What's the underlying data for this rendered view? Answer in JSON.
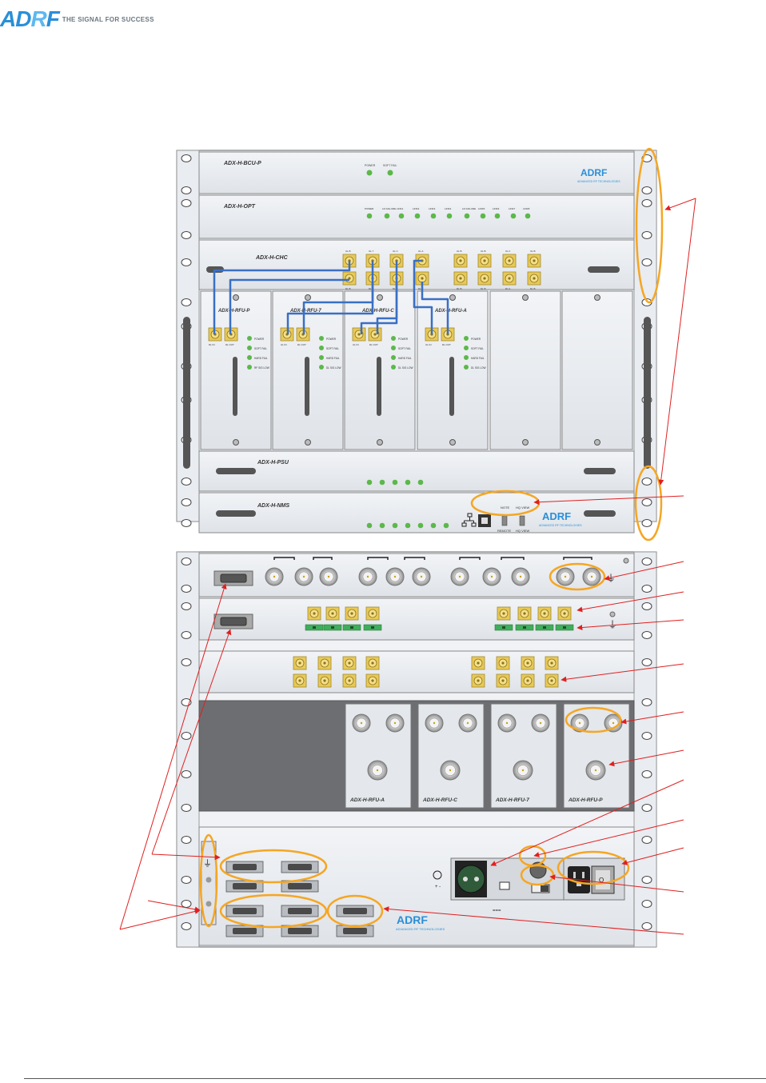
{
  "header": {
    "logo_text": "ADRF",
    "tagline": "THE SIGNAL FOR SUCCESS"
  },
  "front_panel": {
    "bcu": {
      "model": "ADX-H-BCU-P",
      "leds": [
        "POWER",
        "SOFT FAIL"
      ],
      "brand": "ADRF",
      "brand_sub": "ADVANCED RF TECHNOLOGIES"
    },
    "opt": {
      "model": "ADX-H-OPT",
      "leds": [
        "POWER",
        "LD FAILURE",
        "LINK1",
        "LINK2",
        "LINK3",
        "LINK4",
        "LD FAILURE",
        "LINK5",
        "LINK6",
        "LINK7",
        "LINK8"
      ]
    },
    "chc": {
      "model": "ADX-H-CHC",
      "top_ports": [
        "UL B",
        "UL 7",
        "UL C",
        "UL A",
        "UL B",
        "UL B",
        "UL F",
        "UL B"
      ],
      "bottom_ports": [
        "DL B",
        "DL 7",
        "DL C",
        "DL A",
        "DL B",
        "DL B",
        "DL F",
        "DL B"
      ]
    },
    "rfu": [
      {
        "model": "ADX-H-RFU-P",
        "port_a": "DL IN",
        "port_b": "DL OUT",
        "leds": [
          "POWER",
          "SOFT FAIL",
          "HARD FAIL",
          "RF SIG LOW"
        ]
      },
      {
        "model": "ADX-H-RFU-7",
        "port_a": "UL IN",
        "port_b": "DL OUT",
        "leds": [
          "POWER",
          "SOFT FAIL",
          "HARD FAIL",
          "DL SIG LOW"
        ]
      },
      {
        "model": "ADX-H-RFU-C",
        "port_a": "UL IN",
        "port_b": "DL OUT",
        "leds": [
          "POWER",
          "SOFT FAIL",
          "HARD FAIL",
          "DL SIG LOW"
        ]
      },
      {
        "model": "ADX-H-RFU-A",
        "port_a": "UL IN",
        "port_b": "DL OUT",
        "leds": [
          "POWER",
          "SOFT FAIL",
          "HARD FAIL",
          "DL SIG LOW"
        ]
      }
    ],
    "psu": {
      "model": "ADX-H-PSU"
    },
    "nms": {
      "model": "ADX-H-NMS",
      "switch_a": "NOTE",
      "switch_b": "HQ VIEW",
      "switch_c": "REMOTE",
      "switch_d": "HQ VIEW",
      "brand": "ADRF",
      "brand_sub": "ADVANCED RF TECHNOLOGIES"
    }
  },
  "rear_panel": {
    "rfu_labels": [
      "ADX-H-RFU-A",
      "ADX-H-RFU-C",
      "ADX-H-RFU-7",
      "ADX-H-RFU-P"
    ],
    "dc_mark": "===",
    "brand": "ADRF",
    "brand_sub": "ADVANCED RF TECHNOLOGIES"
  },
  "colors": {
    "callout": "#e02020",
    "highlight": "#f5a623",
    "panel": "#e6eaef",
    "panel_dark": "#6d6e72",
    "cable": "#3a6fc4",
    "sma": "#e8c957",
    "led": "#5cb84a"
  }
}
